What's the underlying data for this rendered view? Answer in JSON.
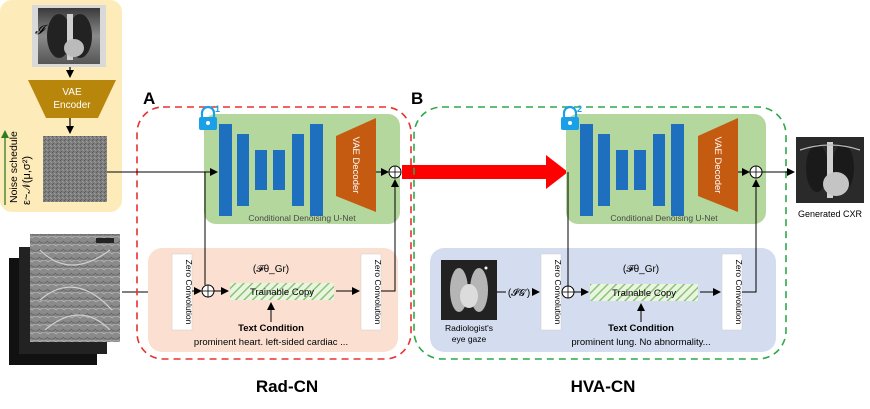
{
  "left_panel": {
    "input_symbol": "𝓘",
    "vae_encoder_line1": "VAE",
    "vae_encoder_line2": "Encoder",
    "noise_formula": "ε~𝒩(μ,σ²)",
    "noise_schedule_label": "Noise schedule"
  },
  "section_a": {
    "letter": "A",
    "lock_number": "1",
    "unet_caption": "Conditional Denoising U-Net",
    "decoder_label": "VAE Decoder",
    "zero_conv_left": "Zero Convolution",
    "zero_conv_right": "Zero Convolution",
    "copy_symbol": "(𝓕θ_Gr)",
    "trainable_copy": "Trainable Copy",
    "text_condition_title": "Text Condition",
    "text_condition_value": "prominent heart. left-sided cardiac ...",
    "name": "Rad-CN"
  },
  "section_b": {
    "letter": "B",
    "lock_number": "2",
    "unet_caption": "Conditional Denoising U-Net",
    "decoder_label": "VAE Decoder",
    "zero_conv_left": "Zero Convolution",
    "zero_conv_right": "Zero Convolution",
    "copy_symbol": "(𝓕θ_Gr)",
    "trainable_copy": "Trainable Copy",
    "text_condition_title": "Text Condition",
    "text_condition_value": "prominent lung. No abnormality...",
    "gaze_caption_line1": "Radiologist's",
    "gaze_caption_line2": "eye gaze",
    "gaze_transform": "(𝓘𝓖′)",
    "name": "HVA-CN"
  },
  "output": {
    "label": "Generated CXR"
  },
  "colors": {
    "unet_bg": "#b3d79c",
    "unet_block": "#1f6fbf",
    "decoder": "#c55a11",
    "encoder": "#b8860b",
    "left_panel_bg": "#fdebb9",
    "rad_cn_dash": "#e8322f",
    "hva_cn_dash": "#2da84a",
    "rad_cn_bg": "#fbe0d2",
    "hva_cn_bg": "#d4ddf0",
    "trainable_hatch": "#8cc37a",
    "big_arrow": "#ff0000",
    "lock": "#1aa0e8"
  }
}
